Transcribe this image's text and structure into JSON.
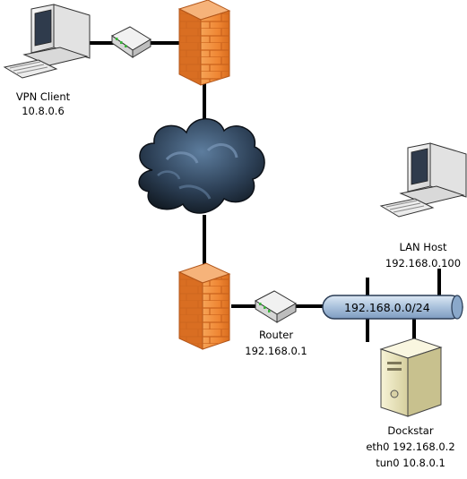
{
  "diagram": {
    "nodes": {
      "vpn_client": {
        "name": "VPN Client",
        "ip": "10.8.0.6"
      },
      "lan_host": {
        "name": "LAN Host",
        "ip": "192.168.0.100"
      },
      "router": {
        "name": "Router",
        "ip": "192.168.0.1"
      },
      "dockstar": {
        "name": "Dockstar",
        "eth0": "eth0 192.168.0.2",
        "tun0": "tun0 10.8.0.1"
      }
    },
    "network": {
      "subnet": "192.168.0.0/24"
    },
    "icons": {
      "workstation": "desktop-computer-icon",
      "modem": "modem-icon",
      "firewall": "brick-firewall-icon",
      "cloud": "internet-cloud-icon",
      "server": "tower-server-icon"
    },
    "colors": {
      "firewall": "#f08b3a",
      "cloud": "#2c3f55",
      "bus": "#a9c1dc",
      "server": "#e9e3b8",
      "line": "#000000"
    }
  }
}
